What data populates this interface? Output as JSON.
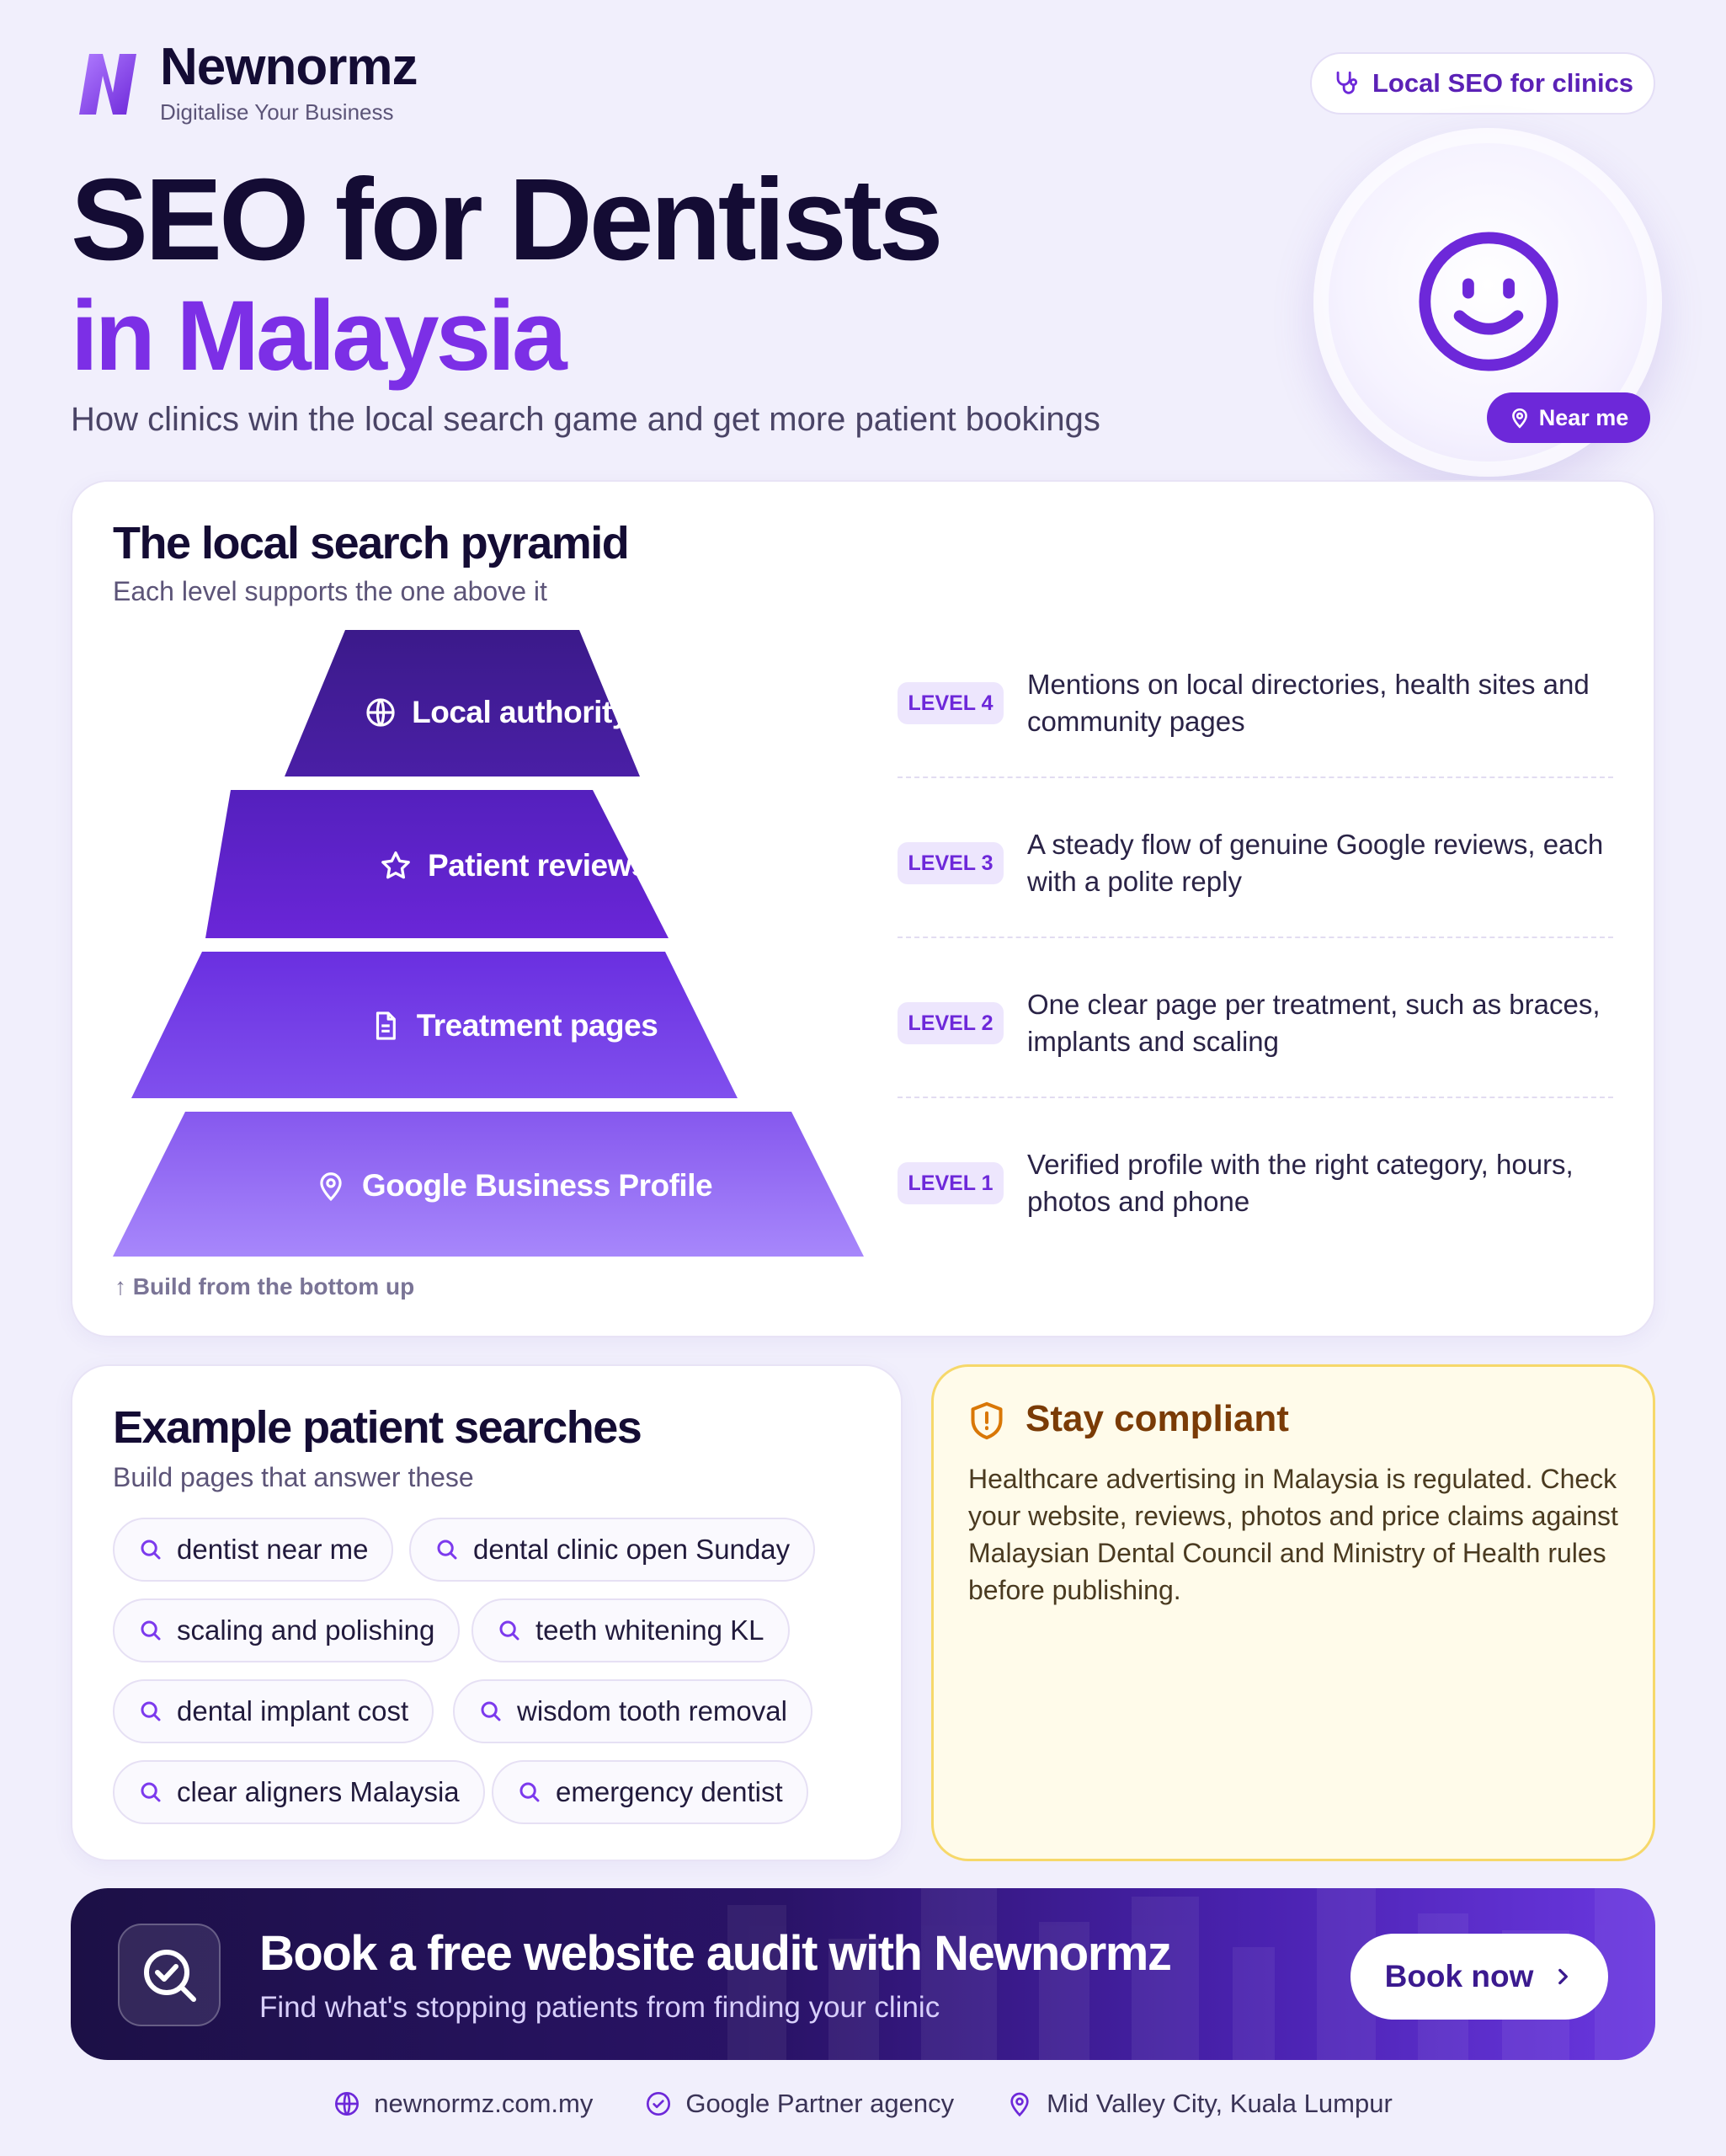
{
  "brand": {
    "name": "Newnormz",
    "tagline": "Digitalise Your Business"
  },
  "header": {
    "pill_label": "Local SEO for clinics",
    "title_line1": "SEO for Dentists",
    "title_line2": "in Malaysia",
    "subtitle": "How clinics win the local search game and get more patient bookings",
    "near_me": "Near me"
  },
  "pyramid": {
    "title": "The local search pyramid",
    "subtitle": "Each level supports the one above it",
    "tiers": [
      {
        "label": "Local authority",
        "icon": "globe-icon"
      },
      {
        "label": "Patient reviews",
        "icon": "star-icon"
      },
      {
        "label": "Treatment pages",
        "icon": "document-icon"
      },
      {
        "label": "Google Business Profile",
        "icon": "location-pin-icon"
      }
    ],
    "levels": [
      {
        "badge": "LEVEL 4",
        "text": "Mentions on local directories, health sites and community pages"
      },
      {
        "badge": "LEVEL 3",
        "text": "A steady flow of genuine Google reviews, each with a polite reply"
      },
      {
        "badge": "LEVEL 2",
        "text": "One clear page per treatment, such as braces, implants and scaling"
      },
      {
        "badge": "LEVEL 1",
        "text": "Verified profile with the right category, hours, photos and phone"
      }
    ],
    "build_note": "Build from the bottom up"
  },
  "searches": {
    "title": "Example patient searches",
    "subtitle": "Build pages that answer these",
    "chips": [
      "dentist near me",
      "dental clinic open Sunday",
      "scaling and polishing",
      "teeth whitening KL",
      "dental implant cost",
      "wisdom tooth removal",
      "clear aligners Malaysia",
      "emergency dentist"
    ]
  },
  "compliance": {
    "title": "Stay compliant",
    "text": "Healthcare advertising in Malaysia is regulated. Check your website, reviews, photos and price claims against Malaysian Dental Council and Ministry of Health rules before publishing."
  },
  "cta": {
    "title": "Book a free website audit with Newnormz",
    "subtitle": "Find what's stopping patients from finding your clinic",
    "button": "Book now"
  },
  "footer": {
    "website": "newnormz.com.my",
    "partner": "Google Partner agency",
    "location": "Mid Valley City, Kuala Lumpur"
  },
  "colors": {
    "accent": "#7c2fe6",
    "dark": "#140c34",
    "warning_bg": "#fffbea",
    "warning_border": "#f6d86a"
  }
}
